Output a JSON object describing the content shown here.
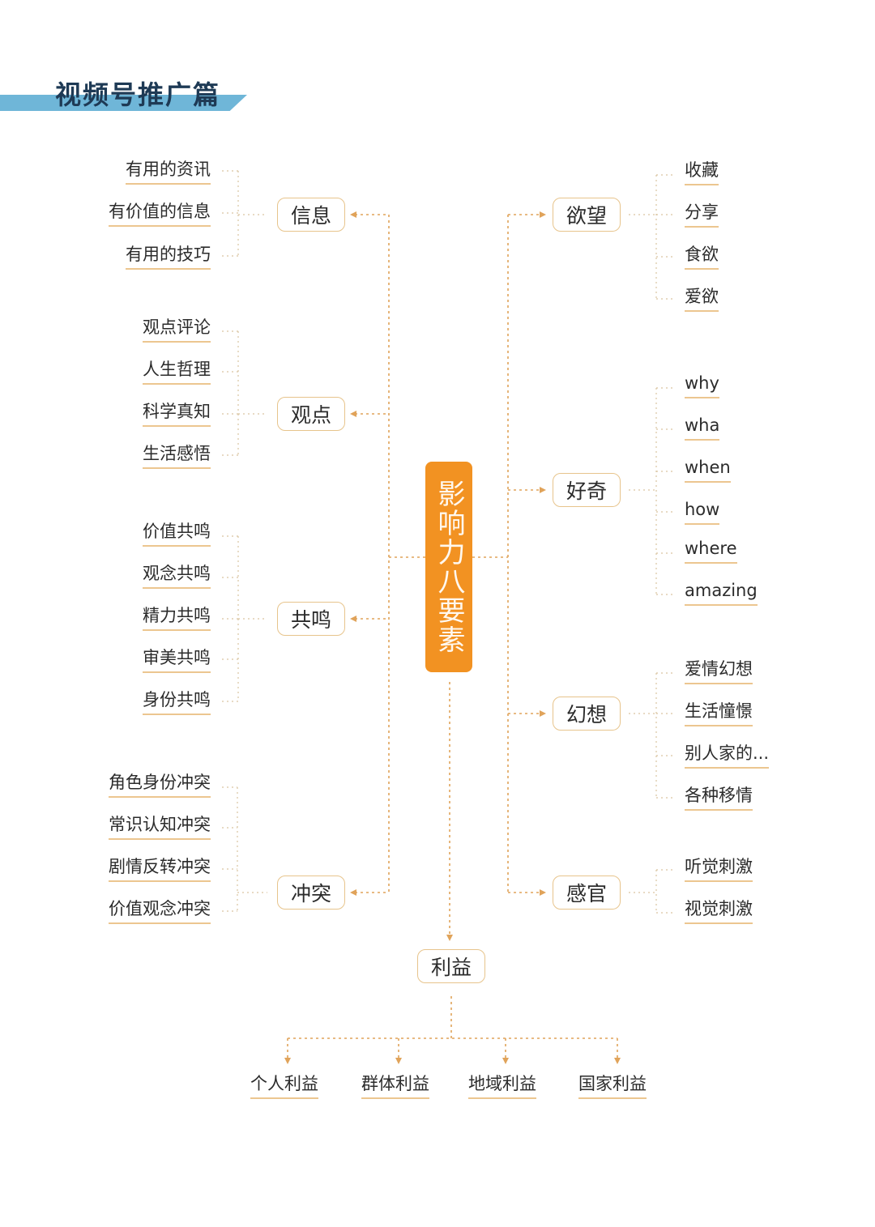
{
  "header": {
    "title": "视频号推广篇",
    "accent": "#6fb6d8",
    "title_color": "#1e3a55"
  },
  "center": {
    "label": "影响力八要素",
    "color": "#f29222"
  },
  "left_branches": [
    {
      "label": "信息",
      "items": [
        "有用的资讯",
        "有价值的信息",
        "有用的技巧"
      ]
    },
    {
      "label": "观点",
      "items": [
        "观点评论",
        "人生哲理",
        "科学真知",
        "生活感悟"
      ]
    },
    {
      "label": "共鸣",
      "items": [
        "价值共鸣",
        "观念共鸣",
        "精力共鸣",
        "审美共鸣",
        "身份共鸣"
      ]
    },
    {
      "label": "冲突",
      "items": [
        "角色身份冲突",
        "常识认知冲突",
        "剧情反转冲突",
        "价值观念冲突"
      ]
    }
  ],
  "right_branches": [
    {
      "label": "欲望",
      "items": [
        "收藏",
        "分享",
        "食欲",
        "爱欲"
      ]
    },
    {
      "label": "好奇",
      "items": [
        "why",
        "wha",
        "when",
        "how",
        "where",
        "amazing"
      ]
    },
    {
      "label": "幻想",
      "items": [
        "爱情幻想",
        "生活憧憬",
        "别人家的...",
        "各种移情"
      ]
    },
    {
      "label": "感官",
      "items": [
        "听觉刺激",
        "视觉刺激"
      ]
    }
  ],
  "bottom_branch": {
    "label": "利益",
    "items": [
      "个人利益",
      "群体利益",
      "地域利益",
      "国家利益"
    ]
  },
  "colors": {
    "node_border": "#e7c48c",
    "connector": "#e0a35a",
    "leaf_underline": "#ecc690"
  }
}
